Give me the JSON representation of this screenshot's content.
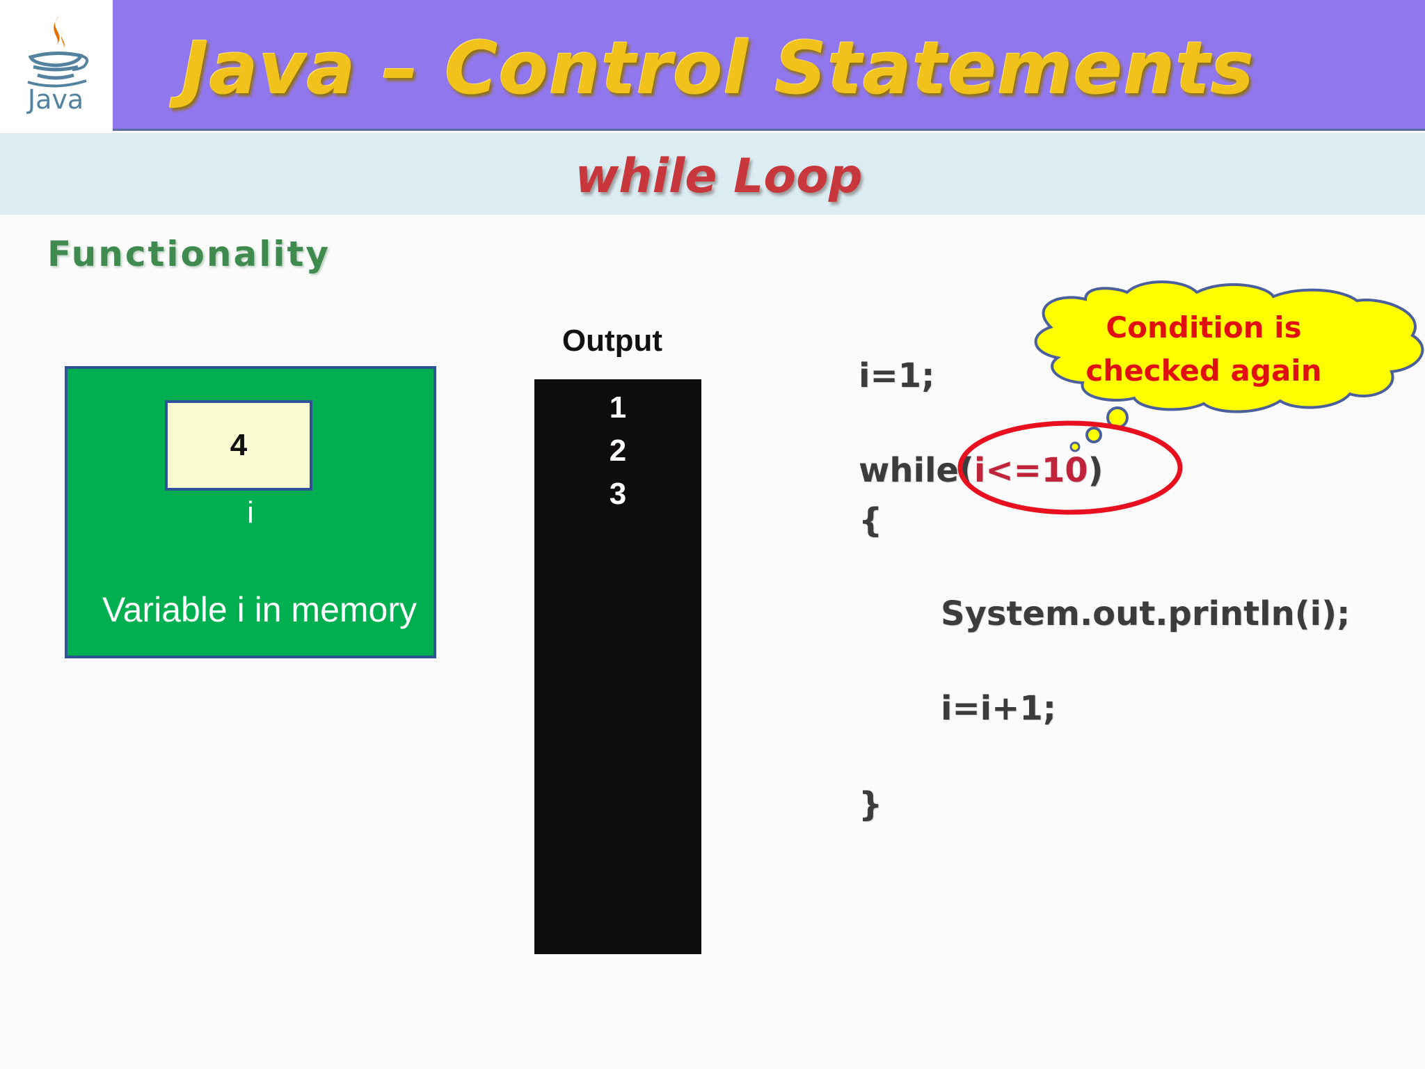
{
  "header": {
    "logo_text": "Java",
    "title": "Java – Control Statements",
    "subtitle": "while Loop"
  },
  "section": {
    "heading": "Functionality"
  },
  "memory": {
    "value": "4",
    "variable_name": "i",
    "caption": "Variable i in memory"
  },
  "output": {
    "label": "Output",
    "lines": [
      "1",
      "2",
      "3"
    ]
  },
  "code": {
    "line1": "i=1;",
    "line2_prefix": "while(",
    "line2_condition": "i<=10",
    "line2_suffix": ")",
    "line3": "{",
    "line4": "System.out.println(i);",
    "line5": "i=i+1;",
    "line6": "}"
  },
  "callout": {
    "line1": "Condition is",
    "line2": "checked again"
  },
  "colors": {
    "title_band": "#9177ee",
    "title_text": "#f1c21b",
    "subtitle_band": "#dbecf3",
    "subtitle_text": "#c8373c",
    "memory_panel": "#00b050",
    "output_panel": "#0e0c0f",
    "callout_fill": "#ffff00",
    "callout_text": "#e01010",
    "highlight_ellipse": "#e8101e"
  },
  "icons": {
    "logo": "java-coffee-cup-icon"
  }
}
